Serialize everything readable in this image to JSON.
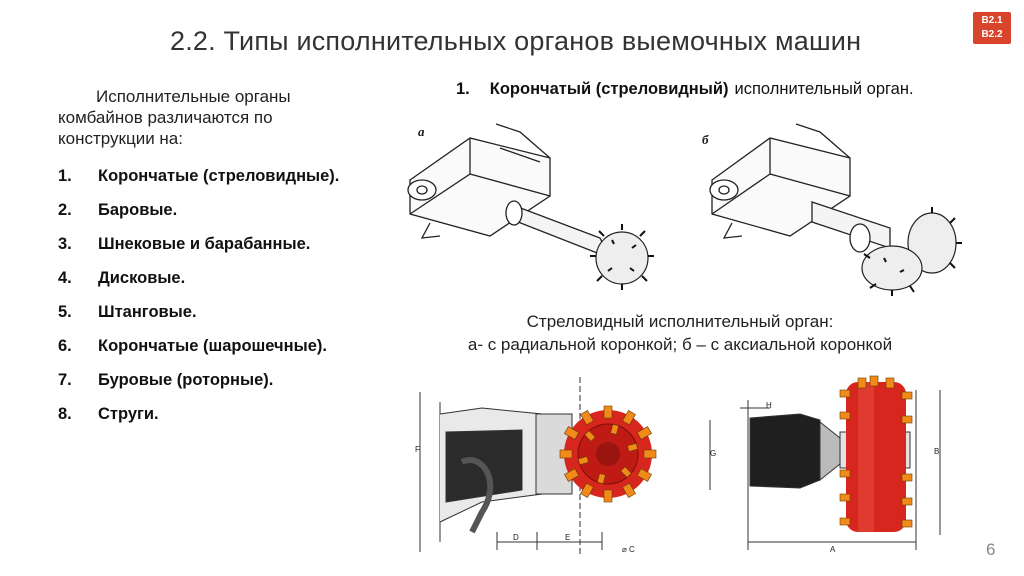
{
  "slide": {
    "title": "2.2. Типы исполнительных органов выемочных машин",
    "badge": [
      "B2.1",
      "B2.2"
    ],
    "page_number": "6"
  },
  "intro": {
    "line1": "Исполнительные органы",
    "line2": "комбайнов различаются по",
    "line3": "конструкции на:"
  },
  "types": [
    {
      "num": "1.",
      "label": "Корончатые (стреловидные)."
    },
    {
      "num": "2.",
      "label": "Баровые."
    },
    {
      "num": "3.",
      "label": "Шнековые и барабанные."
    },
    {
      "num": "4.",
      "label": "Дисковые."
    },
    {
      "num": "5.",
      "label": "Штанговые."
    },
    {
      "num": "6.",
      "label": "Корончатые (шарошечные)."
    },
    {
      "num": "7.",
      "label": "Буровые (роторные)."
    },
    {
      "num": "8.",
      "label": "Струги."
    }
  ],
  "section": {
    "num": "1.",
    "bold": "Корончатый (стреловидный)",
    "rest": "исполнительный орган."
  },
  "figures": {
    "label_a": "а",
    "label_b": "б",
    "dims_left": {
      "f": "F",
      "d": "D",
      "e": "E",
      "c": "⌀ C"
    },
    "dims_right": {
      "h": "H",
      "g": "G",
      "b": "B",
      "a": "A"
    }
  },
  "caption": {
    "line1": "Стреловидный исполнительный орган:",
    "line2": "а- с радиальной коронкой; б – с аксиальной коронкой"
  },
  "colors": {
    "accent": "#d9452c",
    "cutter_red": "#d7261e"
  }
}
